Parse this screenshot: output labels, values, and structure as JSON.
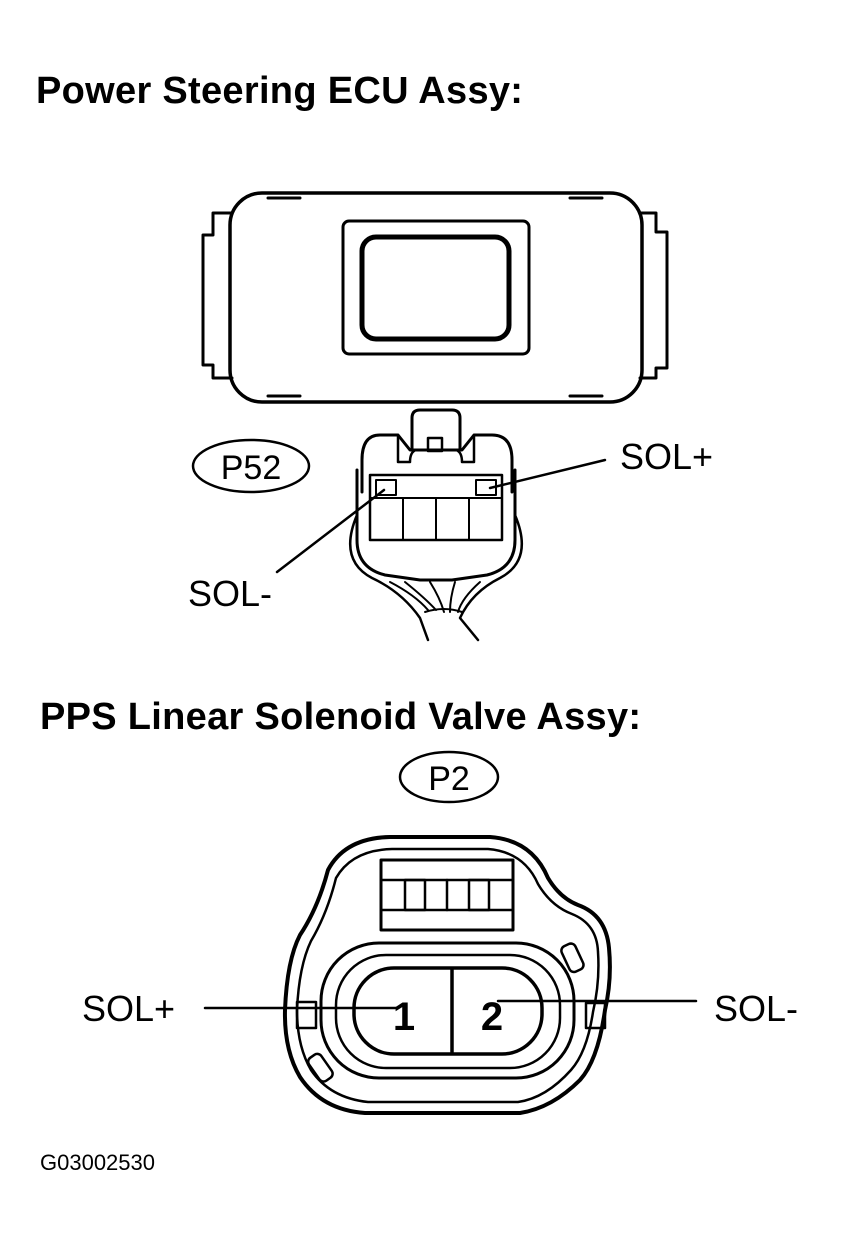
{
  "ecu_section": {
    "title": "Power Steering ECU Assy:",
    "connector_code": "P52",
    "labels": {
      "sol_plus": "SOL+",
      "sol_minus": "SOL-"
    }
  },
  "valve_section": {
    "title": "PPS Linear Solenoid Valve Assy:",
    "connector_code": "P2",
    "labels": {
      "sol_plus": "SOL+",
      "sol_minus": "SOL-"
    },
    "pins": [
      "1",
      "2"
    ]
  },
  "figure_id": "G03002530"
}
